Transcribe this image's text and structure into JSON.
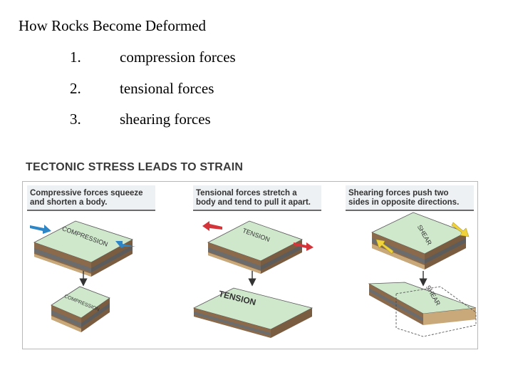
{
  "slide": {
    "title": "How Rocks Become Deformed",
    "items": [
      {
        "num": "1.",
        "text": "compression forces"
      },
      {
        "num": "2.",
        "text": "tensional forces"
      },
      {
        "num": "3.",
        "text": "shearing forces"
      }
    ]
  },
  "figure": {
    "title": "TECTONIC STRESS LEADS TO STRAIN",
    "captions": {
      "compression": "Compressive forces squeeze and shorten a body.",
      "tension": "Tensional forces stretch a body and tend to pull it apart.",
      "shear": "Shearing forces push two sides in opposite directions."
    },
    "block_labels": {
      "compression": "COMPRESSION",
      "tension": "TENSION",
      "shear": "SHEAR"
    },
    "colors": {
      "top_surface": "#cfe8cc",
      "layer_brown": "#8a6a4a",
      "layer_gray": "#6c6c6c",
      "layer_tan": "#c9a97a",
      "arrow_blue": "#2f86c6",
      "arrow_red": "#d4353a",
      "arrow_yellow": "#f0d23c",
      "down_arrow": "#333333"
    },
    "icons": [
      "push-arrow-icon",
      "pull-arrow-icon",
      "shear-arrow-icon",
      "down-arrow-icon"
    ]
  }
}
